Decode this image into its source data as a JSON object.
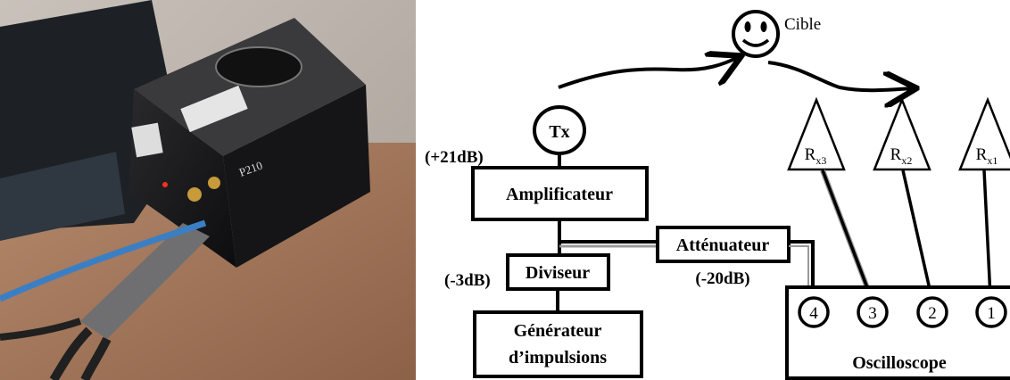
{
  "diagram": {
    "target_label": "Cible",
    "tx_label": "Tx",
    "amp_gain": "(+21dB)",
    "amplifier_label": "Amplificateur",
    "divider_label": "Diviseur",
    "divider_gain": "(-3dB)",
    "attenuator_label": "Atténuateur",
    "attenuator_gain": "(-20dB)",
    "generator_line1": "Générateur",
    "generator_line2": "d’impulsions",
    "oscilloscope_label": "Oscilloscope",
    "rx3": {
      "base": "R",
      "sub": "x3"
    },
    "rx2": {
      "base": "R",
      "sub": "x2"
    },
    "rx1": {
      "base": "R",
      "sub": "x1"
    },
    "channels": [
      "4",
      "3",
      "2",
      "1"
    ]
  },
  "photo": {
    "device_label": "P210"
  }
}
